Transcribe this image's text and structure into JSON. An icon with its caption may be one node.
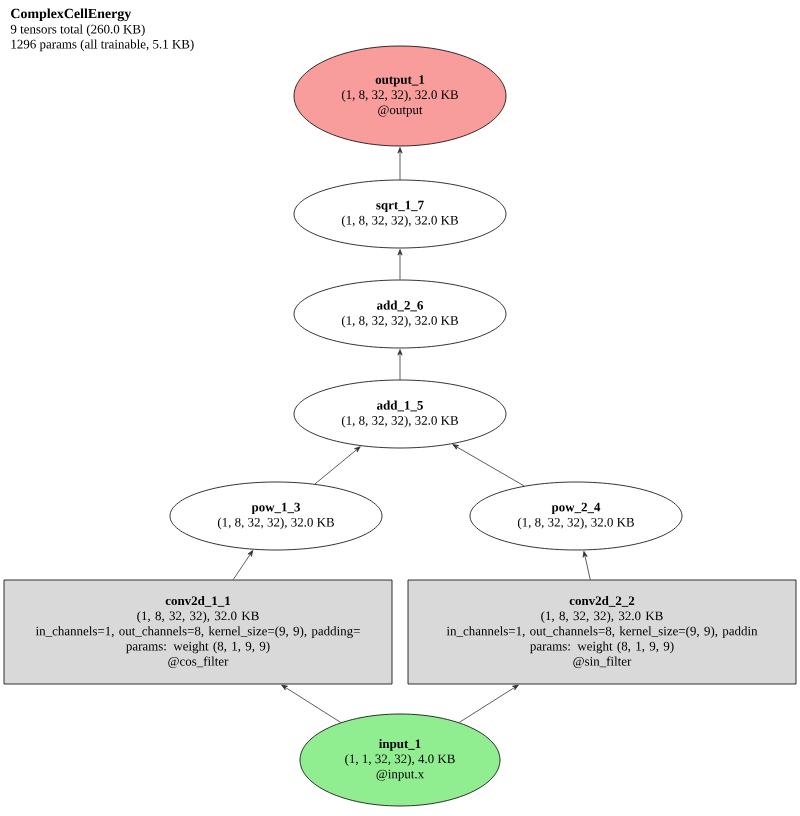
{
  "diagram": {
    "title": "ComplexCellEnergy",
    "nodes": [
      {
        "text": [
          "output_1",
          "(1, 8, 32, 32), 32.0 KB",
          "@output"
        ]
      },
      {
        "text": [
          "sqrt_1_7",
          "(1, 8, 32, 32), 32.0 KB"
        ]
      },
      {
        "text": [
          "add_2_6",
          "(1, 8, 32, 32), 32.0 KB"
        ]
      },
      {
        "text": [
          "add_1_5",
          "(1, 8, 32, 32), 32.0 KB"
        ]
      },
      {
        "text": [
          "pow_1_3",
          "(1, 8, 32, 32), 32.0 KB"
        ]
      },
      {
        "text": [
          "pow_2_4",
          "(1, 8, 32, 32), 32.0 KB"
        ]
      },
      {
        "text": [
          "conv2d_1_1",
          "(1, 8, 32, 32), 32.0 KB",
          "in_channels=1, out_channels=8, kernel_size=(9, 9), padding=",
          "params: weight (8, 1, 9, 9)",
          "@cos_filter"
        ]
      },
      {
        "text": [
          "conv2d_2_2",
          "(1, 8, 32, 32), 32.0 KB",
          "in_channels=1, out_channels=8, kernel_size=(9, 9), paddin",
          "params: weight (8, 1, 9, 9)",
          "@sin_filter"
        ]
      },
      {
        "text": [
          "input_1",
          "(1, 1, 32, 32), 4.0 KB",
          "@input.x"
        ]
      }
    ],
    "edges": [
      {
        "from": 8,
        "to": 6,
        "arrow": "to"
      },
      {
        "from": 8,
        "to": 7,
        "arrow": "to"
      },
      {
        "from": 6,
        "to": 4,
        "arrow": "to"
      },
      {
        "from": 7,
        "to": 5,
        "arrow": "to"
      },
      {
        "from": 4,
        "to": 3,
        "arrow": "to"
      },
      {
        "from": 5,
        "to": 3,
        "arrow": "to"
      },
      {
        "from": 3,
        "to": 2,
        "arrow": "to"
      },
      {
        "from": 2,
        "to": 1,
        "arrow": "to"
      },
      {
        "from": 1,
        "to": 0,
        "arrow": "to"
      }
    ],
    "labels": [
      "9 tensors total (260.0 KB)",
      "1296 params (all trainable, 5.1 KB)"
    ]
  }
}
